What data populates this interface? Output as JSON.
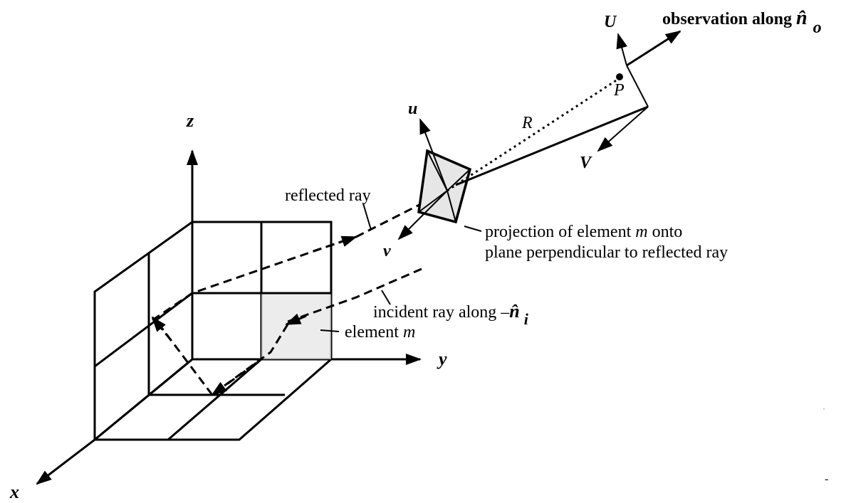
{
  "axes": {
    "x": "x",
    "y": "y",
    "z": "z"
  },
  "labels": {
    "observation": "observation along ",
    "n_hat": "n̂",
    "n_o_sub": "o",
    "U": "U",
    "V": "V",
    "P": "P",
    "R": "R",
    "u": "u",
    "v": "v",
    "reflected_ray": "reflected ray",
    "projection_line1": "projection of element m onto",
    "projection_line1_pre": "projection of element ",
    "projection_line1_m": "m",
    "projection_line1_post": " onto",
    "projection_line2": "plane perpendicular to reflected ray",
    "incident_ray_pre": "incident ray along –",
    "incident_ray_sub": "i",
    "element_pre": "element ",
    "element_m": "m"
  },
  "stray_marks": {
    "right_mark_1": "ׄ",
    "right_mark_2": "-"
  }
}
